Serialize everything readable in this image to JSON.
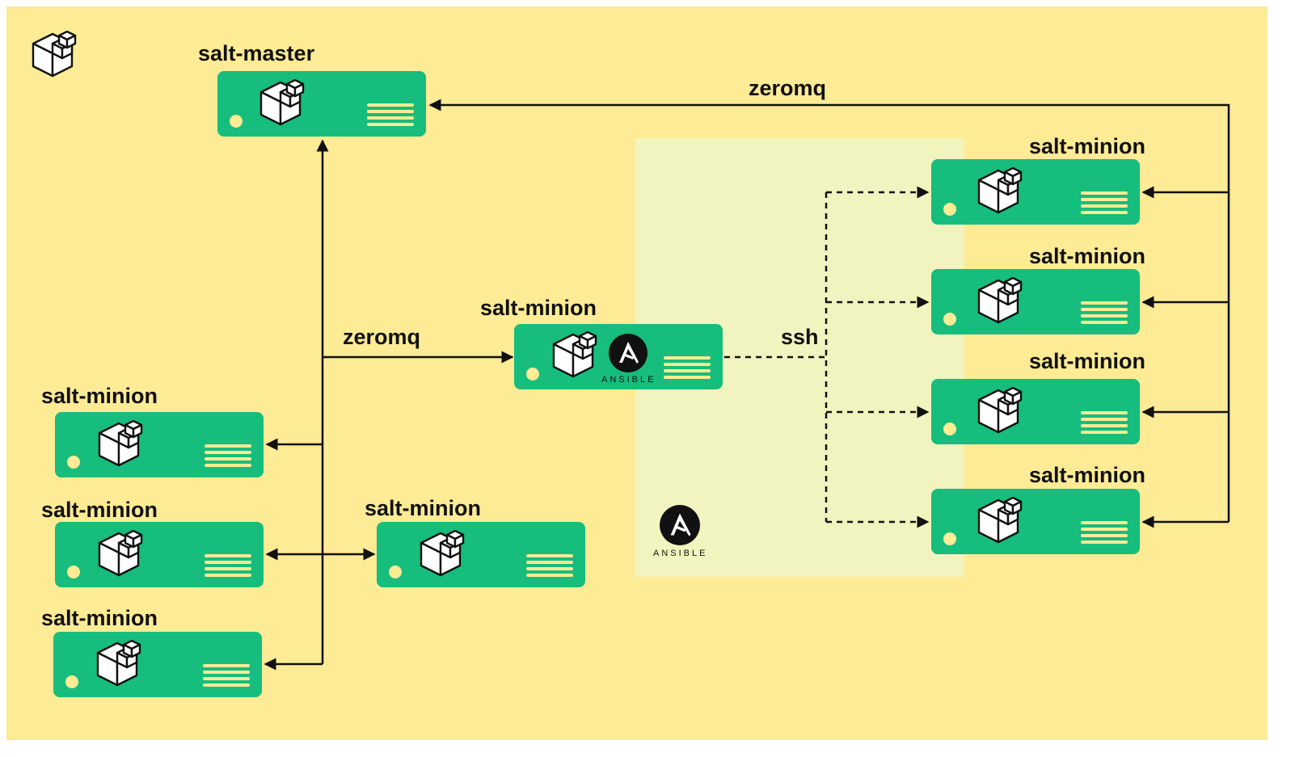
{
  "diagram": {
    "colors": {
      "background": "#fdeb95",
      "ansible_zone": "#f2f4bf",
      "node_fill": "#16bd7c",
      "node_accent": "#fdeb95",
      "edge": "#111111"
    },
    "corner_icon": "salt-cube-icon",
    "zone_logo_text": "ANSIBLE",
    "nodes": [
      {
        "id": "master",
        "label": "salt-master",
        "icon": "salt-cube-icon"
      },
      {
        "id": "hub",
        "label": "salt-minion",
        "icon": "salt-cube-icon",
        "badge": "ANSIBLE"
      },
      {
        "id": "left-1",
        "label": "salt-minion",
        "icon": "salt-cube-icon"
      },
      {
        "id": "left-2",
        "label": "salt-minion",
        "icon": "salt-cube-icon"
      },
      {
        "id": "left-3",
        "label": "salt-minion",
        "icon": "salt-cube-icon"
      },
      {
        "id": "mid",
        "label": "salt-minion",
        "icon": "salt-cube-icon"
      },
      {
        "id": "right-1",
        "label": "salt-minion",
        "icon": "salt-cube-icon"
      },
      {
        "id": "right-2",
        "label": "salt-minion",
        "icon": "salt-cube-icon"
      },
      {
        "id": "right-3",
        "label": "salt-minion",
        "icon": "salt-cube-icon"
      },
      {
        "id": "right-4",
        "label": "salt-minion",
        "icon": "salt-cube-icon"
      }
    ],
    "edges": [
      {
        "label": "zeromq",
        "from": "right-minions",
        "to": "master",
        "style": "solid"
      },
      {
        "label": "zeromq",
        "from": "master",
        "to": "hub",
        "style": "solid"
      },
      {
        "label": "ssh",
        "from": "hub",
        "to": "right-minions",
        "style": "dashed"
      }
    ]
  }
}
